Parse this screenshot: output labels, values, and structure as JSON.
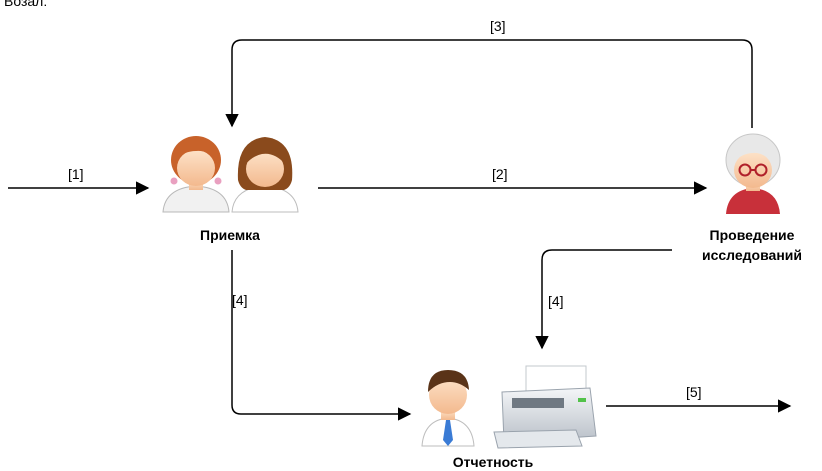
{
  "top_fragment": "Возал:",
  "nodes": {
    "reception": {
      "label": "Приемка"
    },
    "research": {
      "label_line1": "Проведение",
      "label_line2": "исследований"
    },
    "reporting": {
      "label": "Отчетность"
    }
  },
  "edges": {
    "e1": "[1]",
    "e2": "[2]",
    "e3": "[3]",
    "e4a": "[4]",
    "e4b": "[4]",
    "e5": "[5]"
  },
  "colors": {
    "line": "#000000",
    "skin": "#f7c9a2",
    "hair_brown": "#8a4a1c",
    "hair_red": "#c8622a",
    "shirt_white": "#ffffff",
    "granny_hair": "#e8e8e8",
    "granny_shirt": "#c8303a",
    "man_hair": "#5a3318",
    "tie_blue": "#3a7bd5",
    "printer_gray": "#d7dbe0"
  }
}
